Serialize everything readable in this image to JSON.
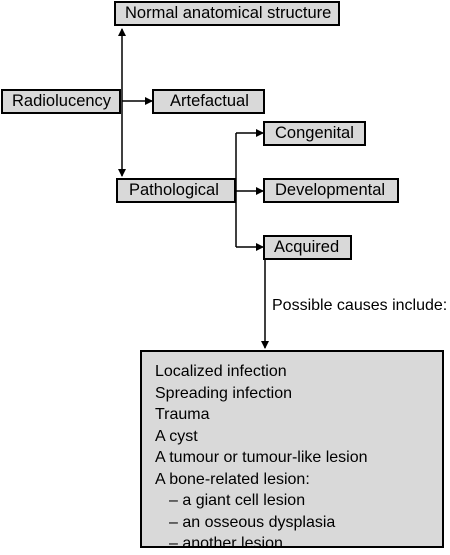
{
  "nodes": {
    "normal": "Normal anatomical structure",
    "radiolucency": "Radiolucency",
    "artefactual": "Artefactual",
    "pathological": "Pathological",
    "congenital": "Congenital",
    "developmental": "Developmental",
    "acquired": "Acquired"
  },
  "note": "Possible causes include:",
  "causes": {
    "items": [
      "Localized infection",
      "Spreading infection",
      "Trauma",
      "A cyst",
      "A tumour or tumour-like lesion",
      "A bone-related lesion:"
    ],
    "subitems": [
      "– a giant cell lesion",
      "– an osseous dysplasia",
      "– another lesion"
    ]
  }
}
